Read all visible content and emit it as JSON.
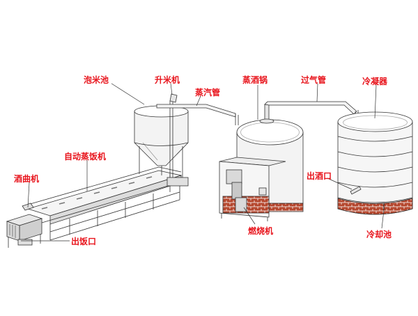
{
  "colors": {
    "label": "#e8141c",
    "line": "#333333",
    "brick": "#b5472e",
    "metal_fill": "#f3f3f3"
  },
  "labels": {
    "soak_pool": "泡米池",
    "rice_lift": "升米机",
    "steam_pipe": "蒸汽管",
    "distill_pot": "蒸酒锅",
    "vapor_pipe": "过气管",
    "condenser": "冷凝器",
    "auto_steamer": "自动蒸饭机",
    "koji_machine": "酒曲机",
    "rice_outlet": "出饭口",
    "burner": "燃烧机",
    "wine_outlet": "出酒口",
    "cooling_pool": "冷却池"
  }
}
